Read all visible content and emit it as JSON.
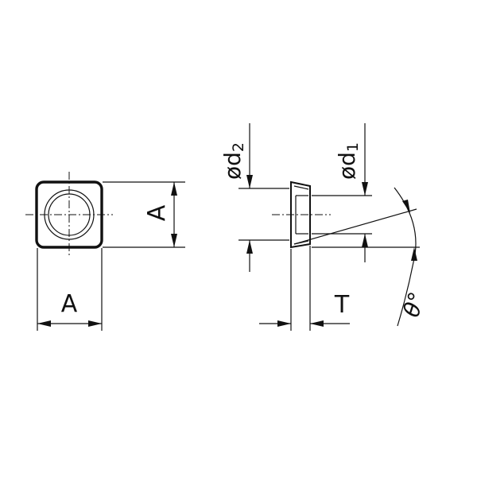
{
  "drawing": {
    "line_color": "#111111",
    "background": "#ffffff",
    "front_view": {
      "width_label": "A",
      "height_label": "A"
    },
    "side_view": {
      "outer_diameter_label": "ød",
      "outer_diameter_sub": "2",
      "inner_diameter_label": "ød",
      "inner_diameter_sub": "1",
      "thickness_label": "T",
      "angle_label": "θ°"
    }
  }
}
